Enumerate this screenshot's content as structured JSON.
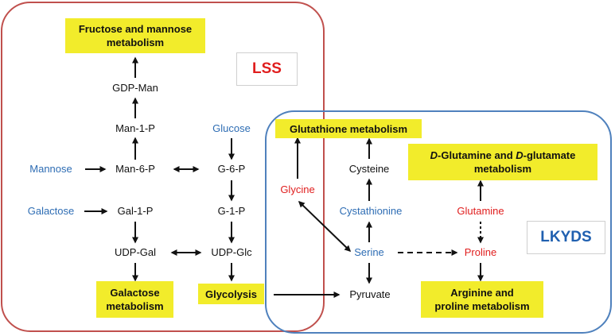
{
  "regions": {
    "lss": "LSS",
    "lkyds": "LKYDS"
  },
  "boxes": {
    "fructose": "Fructose and mannose metabolism",
    "galactose_met": "Galactose metabolism",
    "glycolysis": "Glycolysis",
    "glutathione": "Glutathione metabolism",
    "d_glutamine_prefix1": "D",
    "d_glutamine_mid": "-Glutamine and ",
    "d_glutamine_prefix2": "D",
    "d_glutamine_tail": "-glutamate",
    "d_glutamine_line2": "metabolism",
    "arginine": "Arginine and proline metabolism"
  },
  "nodes": {
    "gdp_man": "GDP-Man",
    "man_1_p": "Man-1-P",
    "mannose": "Mannose",
    "man_6_p": "Man-6-P",
    "glucose": "Glucose",
    "g_6_p": "G-6-P",
    "g_1_p": "G-1-P",
    "galactose": "Galactose",
    "gal_1_p": "Gal-1-P",
    "udp_gal": "UDP-Gal",
    "udp_glc": "UDP-Glc",
    "glycine": "Glycine",
    "cysteine": "Cysteine",
    "cystathionine": "Cystathionine",
    "glutamine": "Glutamine",
    "serine": "Serine",
    "proline": "Proline",
    "pyruvate": "Pyruvate"
  },
  "colors": {
    "lss_border": "#c0504d",
    "lkyds_border": "#4f81bd",
    "lss_label": "#e01e1e",
    "lkyds_label": "#2060b0",
    "box_fill": "#f2ec2b",
    "metabolite_blue": "#2e6db4",
    "metabolite_red": "#e01e1e"
  }
}
